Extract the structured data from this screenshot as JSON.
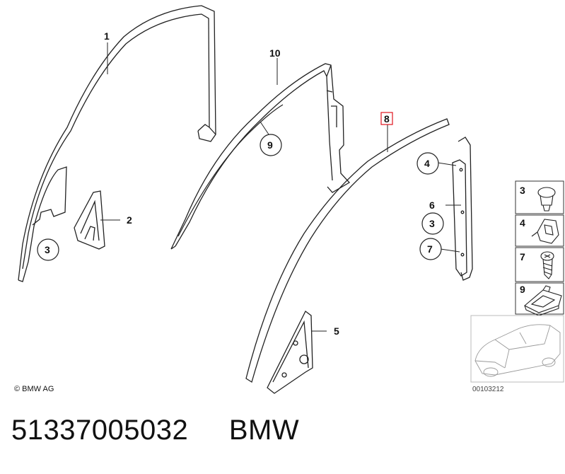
{
  "callouts": {
    "c1": "1",
    "c2": "2",
    "c5": "5",
    "c6": "6",
    "c8": "8",
    "c10": "10"
  },
  "circled": {
    "a3": "3",
    "a9": "9",
    "a4": "4",
    "b3": "3",
    "a7": "7"
  },
  "legend": [
    "3",
    "4",
    "7",
    "9"
  ],
  "copyright": "© BMW AG",
  "drawing_id": "00103212",
  "part_number": "51337005032",
  "brand": "BMW",
  "highlight_color": "#e0141e"
}
